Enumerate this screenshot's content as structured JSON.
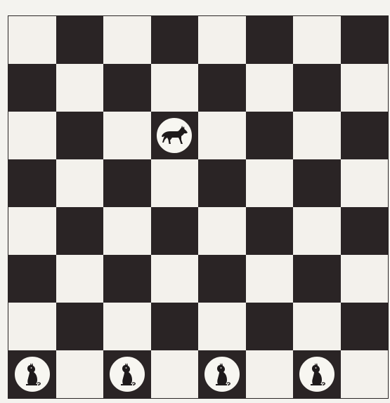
{
  "board": {
    "rows": 8,
    "cols": 8,
    "top_left_color": "light",
    "dark_color": "#2a2425",
    "light_color": "#f3f1ec"
  },
  "pieces": [
    {
      "type": "wolf",
      "icon": "wolf-icon",
      "row": 2,
      "col": 3
    },
    {
      "type": "sheep",
      "icon": "sheep-icon",
      "row": 7,
      "col": 0
    },
    {
      "type": "sheep",
      "icon": "sheep-icon",
      "row": 7,
      "col": 2
    },
    {
      "type": "sheep",
      "icon": "sheep-icon",
      "row": 7,
      "col": 4
    },
    {
      "type": "sheep",
      "icon": "sheep-icon",
      "row": 7,
      "col": 6
    }
  ]
}
